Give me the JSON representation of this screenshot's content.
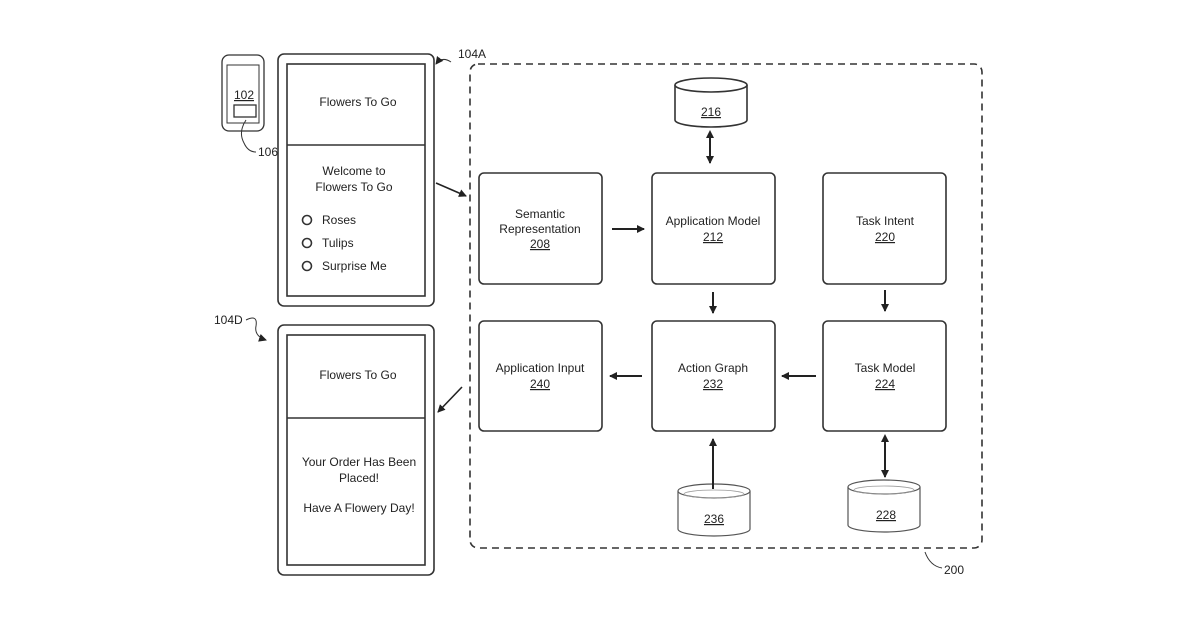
{
  "phone": {
    "ref": "102",
    "label_ref": "106"
  },
  "screen_a": {
    "ref": "104A",
    "header": "Flowers To Go",
    "welcome_line1": "Welcome to",
    "welcome_line2": "Flowers To Go",
    "options": [
      "Roses",
      "Tulips",
      "Surprise Me"
    ]
  },
  "screen_d": {
    "ref": "104D",
    "header": "Flowers To Go",
    "msg_line1": "Your Order Has Been",
    "msg_line2": "Placed!",
    "msg_line3": "Have  A Flowery Day!"
  },
  "system": {
    "ref": "200"
  },
  "blocks": {
    "semantic": {
      "line1": "Semantic",
      "line2": "Representation",
      "ref": "208"
    },
    "app_model": {
      "line1": "Application Model",
      "ref": "212"
    },
    "task_intent": {
      "line1": "Task Intent",
      "ref": "220"
    },
    "app_input": {
      "line1": "Application Input",
      "ref": "240"
    },
    "action_graph": {
      "line1": "Action Graph",
      "ref": "232"
    },
    "task_model": {
      "line1": "Task Model",
      "ref": "224"
    }
  },
  "databases": {
    "db216": {
      "ref": "216"
    },
    "db236": {
      "ref": "236"
    },
    "db228": {
      "ref": "228"
    }
  }
}
